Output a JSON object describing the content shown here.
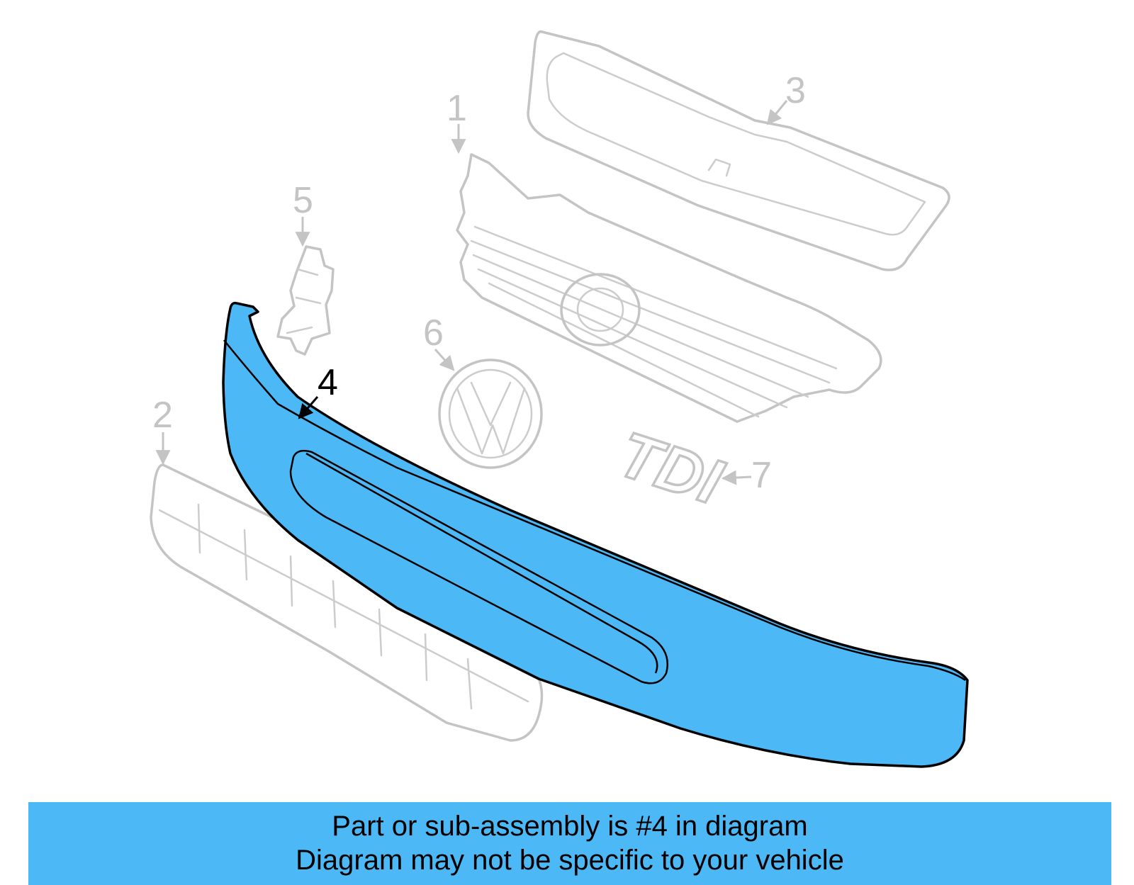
{
  "colors": {
    "highlight": "#4cb8f5",
    "ghost": "#c4c4c4",
    "active": "#000000"
  },
  "callouts": {
    "p1": "1",
    "p2": "2",
    "p3": "3",
    "p4": "4",
    "p5": "5",
    "p6": "6",
    "p7": "7"
  },
  "emblem_text": "TDI",
  "caption": {
    "line1": "Part or sub-assembly is #4 in diagram",
    "line2": "Diagram may not be specific to your vehicle"
  }
}
